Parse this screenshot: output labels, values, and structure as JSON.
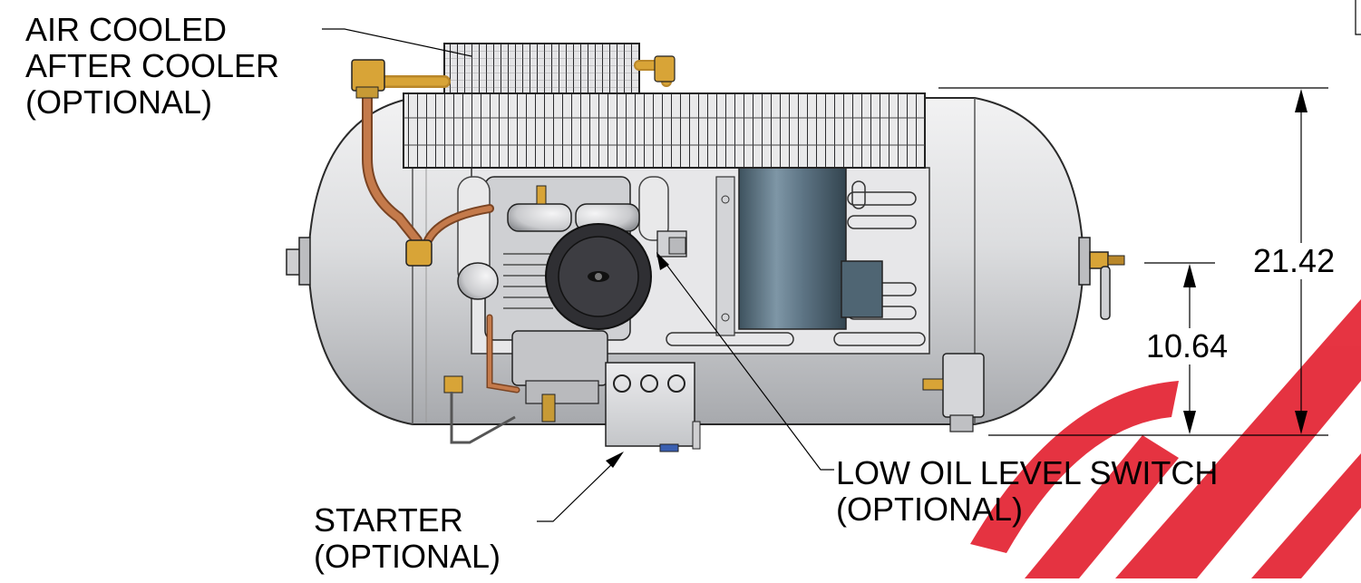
{
  "callouts": {
    "aftercooler": [
      "AIR COOLED",
      "AFTER COOLER",
      "(OPTIONAL)"
    ],
    "starter": [
      "STARTER",
      "(OPTIONAL)"
    ],
    "oil_switch": [
      "LOW OIL LEVEL SWITCH",
      "(OPTIONAL)"
    ]
  },
  "dimensions": {
    "overall_height": "21.42",
    "centerline_height": "10.64"
  },
  "colors": {
    "tank": "#d9dadc",
    "tank_shadow": "#9a9ca0",
    "copper": "#c47a4b",
    "brass": "#d8a437",
    "motor": "#5d7484",
    "guard": "#2f2f33",
    "watermark": "#e31e2d"
  }
}
